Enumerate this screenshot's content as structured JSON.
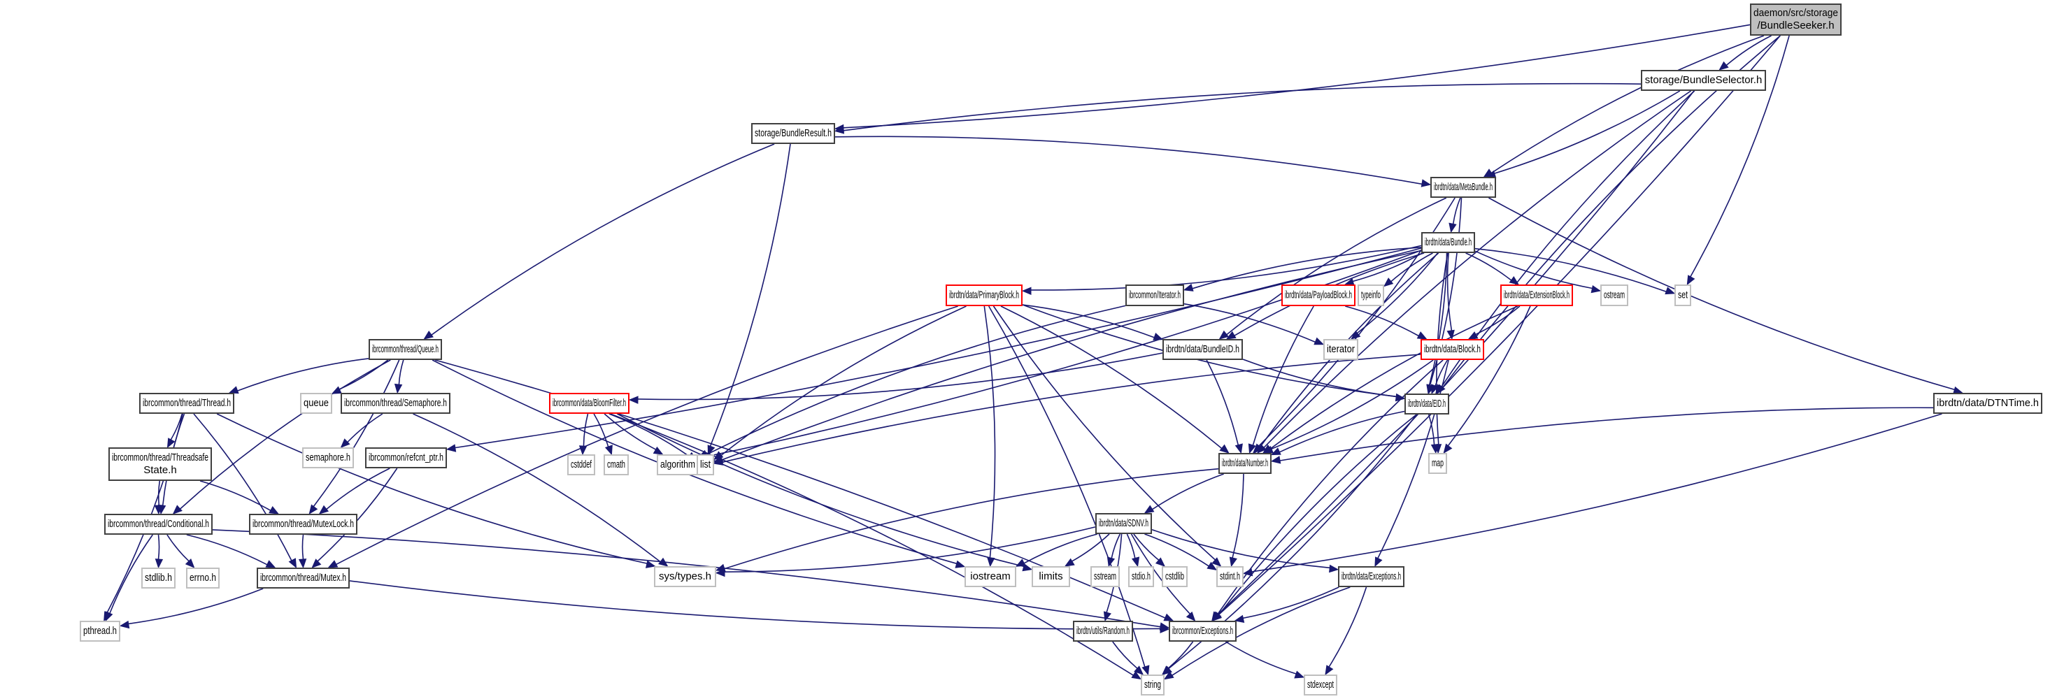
{
  "title": "Include dependency graph for BundleSeeker.h",
  "colors": {
    "edge": "#191970",
    "project_border": "#404040",
    "system_border": "#bfbfbf",
    "incomplete_border": "#ff0000",
    "root_fill": "#bfbfbf"
  },
  "nodes": [
    {
      "id": "root",
      "label": [
        "daemon/src/storage",
        "/BundleSeeker.h"
      ],
      "kind": "root"
    },
    {
      "id": "selector",
      "label": [
        "storage/BundleSelector.h"
      ],
      "kind": "project"
    },
    {
      "id": "result",
      "label": [
        "storage/BundleResult.h"
      ],
      "kind": "project"
    },
    {
      "id": "metabundle",
      "label": [
        "ibrdtn/data/MetaBundle.h"
      ],
      "kind": "project"
    },
    {
      "id": "bundle",
      "label": [
        "ibrdtn/data/Bundle.h"
      ],
      "kind": "project"
    },
    {
      "id": "primaryblock",
      "label": [
        "ibrdtn/data/PrimaryBlock.h"
      ],
      "kind": "red"
    },
    {
      "id": "iteratorh",
      "label": [
        "ibrcommon/Iterator.h"
      ],
      "kind": "project"
    },
    {
      "id": "payloadblock",
      "label": [
        "ibrdtn/data/PayloadBlock.h"
      ],
      "kind": "red"
    },
    {
      "id": "typeinfo",
      "label": [
        "typeinfo"
      ],
      "kind": "system"
    },
    {
      "id": "extensionblock",
      "label": [
        "ibrdtn/data/ExtensionBlock.h"
      ],
      "kind": "red"
    },
    {
      "id": "ostream",
      "label": [
        "ostream"
      ],
      "kind": "system"
    },
    {
      "id": "set",
      "label": [
        "set"
      ],
      "kind": "system"
    },
    {
      "id": "queueh",
      "label": [
        "ibrcommon/thread/Queue.h"
      ],
      "kind": "project"
    },
    {
      "id": "bundleid",
      "label": [
        "ibrdtn/data/BundleID.h"
      ],
      "kind": "project"
    },
    {
      "id": "iterator",
      "label": [
        "iterator"
      ],
      "kind": "system"
    },
    {
      "id": "block",
      "label": [
        "ibrdtn/data/Block.h"
      ],
      "kind": "red"
    },
    {
      "id": "threadh",
      "label": [
        "ibrcommon/thread/Thread.h"
      ],
      "kind": "project"
    },
    {
      "id": "queue",
      "label": [
        "queue"
      ],
      "kind": "system"
    },
    {
      "id": "semaphoreh",
      "label": [
        "ibrcommon/thread/Semaphore.h"
      ],
      "kind": "project"
    },
    {
      "id": "bloomfilter",
      "label": [
        "ibrcommon/data/BloomFilter.h"
      ],
      "kind": "red"
    },
    {
      "id": "eid",
      "label": [
        "ibrdtn/data/EID.h"
      ],
      "kind": "project"
    },
    {
      "id": "dtntime",
      "label": [
        "ibrdtn/data/DTNTime.h"
      ],
      "kind": "project"
    },
    {
      "id": "threadsafe",
      "label": [
        "ibrcommon/thread/Threadsafe",
        "State.h"
      ],
      "kind": "project"
    },
    {
      "id": "semaphore",
      "label": [
        "semaphore.h"
      ],
      "kind": "system"
    },
    {
      "id": "refcnt",
      "label": [
        "ibrcommon/refcnt_ptr.h"
      ],
      "kind": "project"
    },
    {
      "id": "cstddef",
      "label": [
        "cstddef"
      ],
      "kind": "system"
    },
    {
      "id": "cmath",
      "label": [
        "cmath"
      ],
      "kind": "system"
    },
    {
      "id": "algorithm",
      "label": [
        "algorithm"
      ],
      "kind": "system"
    },
    {
      "id": "list",
      "label": [
        "list"
      ],
      "kind": "system"
    },
    {
      "id": "number",
      "label": [
        "ibrdtn/data/Number.h"
      ],
      "kind": "project"
    },
    {
      "id": "map",
      "label": [
        "map"
      ],
      "kind": "system"
    },
    {
      "id": "conditional",
      "label": [
        "ibrcommon/thread/Conditional.h"
      ],
      "kind": "project"
    },
    {
      "id": "mutexlock",
      "label": [
        "ibrcommon/thread/MutexLock.h"
      ],
      "kind": "project"
    },
    {
      "id": "sdnv",
      "label": [
        "ibrdtn/data/SDNV.h"
      ],
      "kind": "project"
    },
    {
      "id": "stdlib",
      "label": [
        "stdlib.h"
      ],
      "kind": "system"
    },
    {
      "id": "errno",
      "label": [
        "errno.h"
      ],
      "kind": "system"
    },
    {
      "id": "mutex",
      "label": [
        "ibrcommon/thread/Mutex.h"
      ],
      "kind": "project"
    },
    {
      "id": "systypes",
      "label": [
        "sys/types.h"
      ],
      "kind": "system"
    },
    {
      "id": "iostream",
      "label": [
        "iostream"
      ],
      "kind": "system"
    },
    {
      "id": "limits",
      "label": [
        "limits"
      ],
      "kind": "system"
    },
    {
      "id": "sstream",
      "label": [
        "sstream"
      ],
      "kind": "system"
    },
    {
      "id": "stdio",
      "label": [
        "stdio.h"
      ],
      "kind": "system"
    },
    {
      "id": "cstdlib",
      "label": [
        "cstdlib"
      ],
      "kind": "system"
    },
    {
      "id": "stdint",
      "label": [
        "stdint.h"
      ],
      "kind": "system"
    },
    {
      "id": "dataexceptions",
      "label": [
        "ibrdtn/data/Exceptions.h"
      ],
      "kind": "project"
    },
    {
      "id": "random",
      "label": [
        "ibrdtn/utils/Random.h"
      ],
      "kind": "project"
    },
    {
      "id": "exceptions",
      "label": [
        "ibrcommon/Exceptions.h"
      ],
      "kind": "project"
    },
    {
      "id": "pthread",
      "label": [
        "pthread.h"
      ],
      "kind": "system"
    },
    {
      "id": "string",
      "label": [
        "string"
      ],
      "kind": "system"
    },
    {
      "id": "stdexcept",
      "label": [
        "stdexcept"
      ],
      "kind": "system"
    }
  ],
  "edges": [
    [
      "root",
      "selector"
    ],
    [
      "root",
      "result"
    ],
    [
      "root",
      "metabundle"
    ],
    [
      "root",
      "set"
    ],
    [
      "root",
      "eid"
    ],
    [
      "root",
      "exceptions"
    ],
    [
      "selector",
      "result"
    ],
    [
      "selector",
      "metabundle"
    ],
    [
      "selector",
      "eid"
    ],
    [
      "selector",
      "exceptions"
    ],
    [
      "selector",
      "number"
    ],
    [
      "result",
      "metabundle"
    ],
    [
      "result",
      "queueh"
    ],
    [
      "result",
      "list"
    ],
    [
      "metabundle",
      "bundle"
    ],
    [
      "metabundle",
      "eid"
    ],
    [
      "metabundle",
      "dtntime"
    ],
    [
      "metabundle",
      "number"
    ],
    [
      "metabundle",
      "bundleid"
    ],
    [
      "bundle",
      "primaryblock"
    ],
    [
      "bundle",
      "iteratorh"
    ],
    [
      "bundle",
      "payloadblock"
    ],
    [
      "bundle",
      "typeinfo"
    ],
    [
      "bundle",
      "extensionblock"
    ],
    [
      "bundle",
      "ostream"
    ],
    [
      "bundle",
      "set"
    ],
    [
      "bundle",
      "block"
    ],
    [
      "bundle",
      "eid"
    ],
    [
      "bundle",
      "number"
    ],
    [
      "bundle",
      "refcnt"
    ],
    [
      "bundle",
      "list"
    ],
    [
      "bundle",
      "algorithm"
    ],
    [
      "bundle",
      "map"
    ],
    [
      "bundle",
      "iterator"
    ],
    [
      "bundle",
      "bundleid"
    ],
    [
      "primaryblock",
      "bundleid"
    ],
    [
      "primaryblock",
      "eid"
    ],
    [
      "primaryblock",
      "number"
    ],
    [
      "primaryblock",
      "mutex"
    ],
    [
      "primaryblock",
      "iostream"
    ],
    [
      "primaryblock",
      "stdint"
    ],
    [
      "primaryblock",
      "string"
    ],
    [
      "primaryblock",
      "list"
    ],
    [
      "iteratorh",
      "iterator"
    ],
    [
      "iteratorh",
      "algorithm"
    ],
    [
      "payloadblock",
      "block"
    ],
    [
      "payloadblock",
      "number"
    ],
    [
      "extensionblock",
      "block"
    ],
    [
      "extensionblock",
      "number"
    ],
    [
      "extensionblock",
      "map"
    ],
    [
      "queueh",
      "threadh"
    ],
    [
      "queueh",
      "queue"
    ],
    [
      "queueh",
      "semaphoreh"
    ],
    [
      "queueh",
      "mutexlock"
    ],
    [
      "queueh",
      "conditional"
    ],
    [
      "queueh",
      "exceptions"
    ],
    [
      "queueh",
      "iostream"
    ],
    [
      "bundleid",
      "bloomfilter"
    ],
    [
      "bundleid",
      "eid"
    ],
    [
      "bundleid",
      "number"
    ],
    [
      "block",
      "eid"
    ],
    [
      "block",
      "number"
    ],
    [
      "block",
      "list"
    ],
    [
      "block",
      "dataexceptions"
    ],
    [
      "block",
      "exceptions"
    ],
    [
      "threadh",
      "threadsafe"
    ],
    [
      "threadh",
      "conditional"
    ],
    [
      "threadh",
      "mutex"
    ],
    [
      "threadh",
      "systypes"
    ],
    [
      "threadh",
      "pthread"
    ],
    [
      "semaphoreh",
      "semaphore"
    ],
    [
      "semaphoreh",
      "systypes"
    ],
    [
      "bloomfilter",
      "cstddef"
    ],
    [
      "bloomfilter",
      "cmath"
    ],
    [
      "bloomfilter",
      "algorithm"
    ],
    [
      "bloomfilter",
      "list"
    ],
    [
      "bloomfilter",
      "limits"
    ],
    [
      "bloomfilter",
      "string"
    ],
    [
      "eid",
      "number"
    ],
    [
      "eid",
      "map"
    ],
    [
      "eid",
      "exceptions"
    ],
    [
      "eid",
      "string"
    ],
    [
      "dtntime",
      "number"
    ],
    [
      "dtntime",
      "stdint"
    ],
    [
      "threadsafe",
      "conditional"
    ],
    [
      "threadsafe",
      "mutexlock"
    ],
    [
      "refcnt",
      "mutexlock"
    ],
    [
      "refcnt",
      "mutex"
    ],
    [
      "number",
      "sdnv"
    ],
    [
      "number",
      "stdint"
    ],
    [
      "number",
      "systypes"
    ],
    [
      "conditional",
      "stdlib"
    ],
    [
      "conditional",
      "errno"
    ],
    [
      "conditional",
      "mutex"
    ],
    [
      "conditional",
      "pthread"
    ],
    [
      "conditional",
      "exceptions"
    ],
    [
      "mutexlock",
      "mutex"
    ],
    [
      "sdnv",
      "systypes"
    ],
    [
      "sdnv",
      "iostream"
    ],
    [
      "sdnv",
      "limits"
    ],
    [
      "sdnv",
      "sstream"
    ],
    [
      "sdnv",
      "stdio"
    ],
    [
      "sdnv",
      "cstdlib"
    ],
    [
      "sdnv",
      "stdint"
    ],
    [
      "sdnv",
      "dataexceptions"
    ],
    [
      "sdnv",
      "random"
    ],
    [
      "sdnv",
      "exceptions"
    ],
    [
      "mutex",
      "pthread"
    ],
    [
      "mutex",
      "exceptions"
    ],
    [
      "dataexceptions",
      "exceptions"
    ],
    [
      "dataexceptions",
      "string"
    ],
    [
      "dataexceptions",
      "stdexcept"
    ],
    [
      "random",
      "string"
    ],
    [
      "exceptions",
      "string"
    ],
    [
      "exceptions",
      "stdexcept"
    ]
  ]
}
